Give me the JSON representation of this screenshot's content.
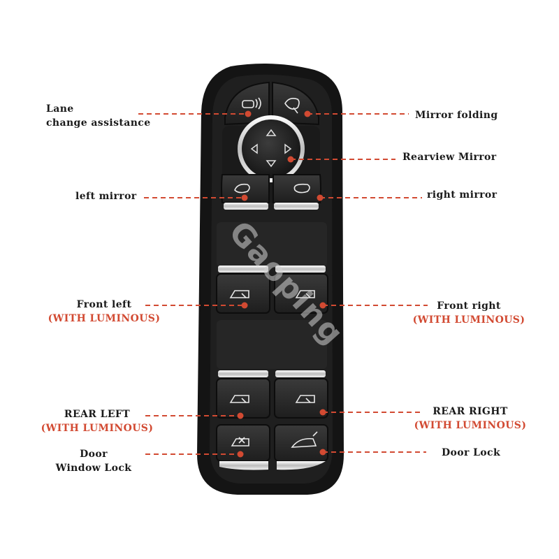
{
  "labels": {
    "lane_change": {
      "line1": "Lane",
      "line2": "change assistance"
    },
    "mirror_folding": "Mirror folding",
    "rearview_mirror": "Rearview Mirror",
    "left_mirror": "left mirror",
    "right_mirror": "right mirror",
    "front_left": {
      "line1": "Front left",
      "line2": "(WITH LUMINOUS)"
    },
    "front_right": {
      "line1": "Front right",
      "line2": "(WITH LUMINOUS)"
    },
    "rear_left": {
      "line1": "REAR LEFT",
      "line2": "(WITH LUMINOUS)"
    },
    "rear_right": {
      "line1": "REAR RIGHT",
      "line2": "(WITH LUMINOUS)"
    },
    "door_window_lock": {
      "line1": "Door",
      "line2": "Window Lock"
    },
    "door_lock": "Door Lock"
  },
  "watermark": "Gaoping",
  "colors": {
    "accent": "#d24a32",
    "panel": "#1b1b1b",
    "button": "#2a2a2a",
    "chrome": "#e6e6e6"
  }
}
